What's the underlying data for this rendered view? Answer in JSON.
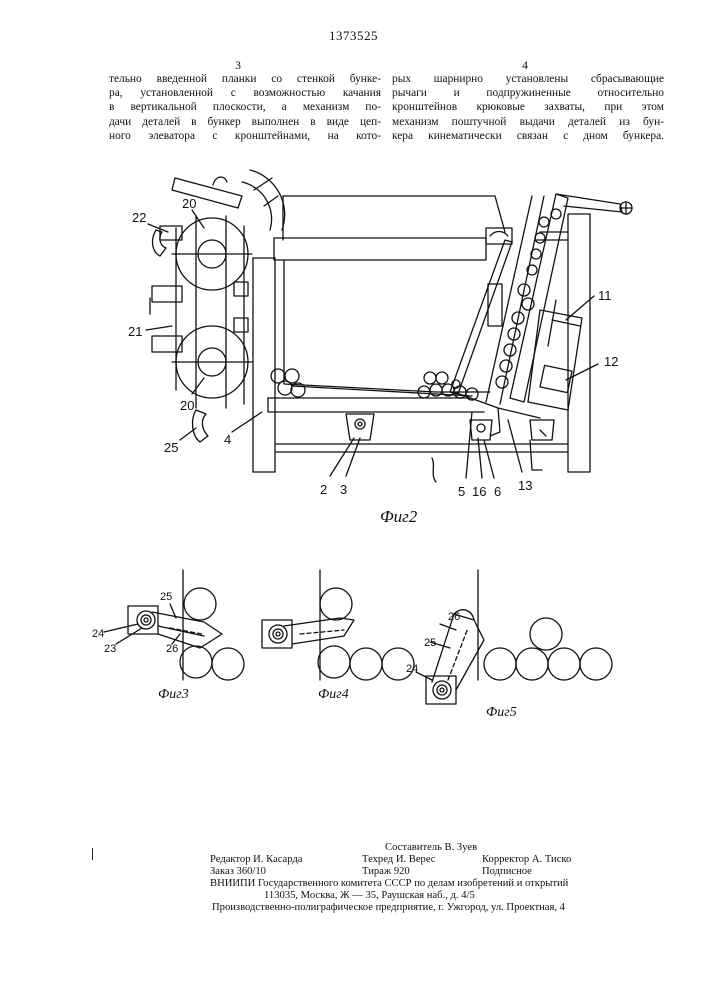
{
  "header": {
    "patent_number": "1373525",
    "col_left_number": "3",
    "col_right_number": "4"
  },
  "text": {
    "left_lines": [
      "тельно введенной планки со стенкой бунке-",
      "ра, установленной с возможностью качания",
      "в вертикальной плоскости, а механизм по-",
      "дачи деталей в бункер выполнен в виде цеп-",
      "ного элеватора с кронштейнами, на кото-"
    ],
    "right_lines": [
      "рых шарнирно установлены сбрасывающие",
      "рычаги и подпружиненные относительно",
      "кронштейнов крюковые захваты, при этом",
      "механизм поштучной выдачи деталей из бун-",
      "кера кинематически связан с дном бункера."
    ]
  },
  "figures": {
    "fig2": {
      "caption": "Фиг2",
      "labels": {
        "l20a": "20",
        "l22": "22",
        "l21": "21",
        "l20b": "20",
        "l25": "25",
        "l4": "4",
        "l2": "2",
        "l3": "3",
        "l5": "5",
        "l16": "16",
        "l6": "6",
        "l13": "13",
        "l11": "11",
        "l12": "12"
      }
    },
    "fig3": {
      "caption": "Фиг3",
      "labels": {
        "l25": "25",
        "l24": "24",
        "l23": "23",
        "l26": "26"
      }
    },
    "fig4": {
      "caption": "Фиг4"
    },
    "fig5": {
      "caption": "Фиг5",
      "labels": {
        "l26": "26",
        "l25": "25",
        "l24": "24"
      }
    }
  },
  "imprint": {
    "compiler": "Составитель В. Зуев",
    "editor": "Редактор И. Касарда",
    "techred": "Техред И. Верес",
    "corrector": "Корректор А. Тиско",
    "order": "Заказ 360/10",
    "circulation": "Тираж 920",
    "subscription": "Подписное",
    "org_line1": "ВНИИПИ Государственного комитета СССР по делам изобретений и открытий",
    "org_line2": "113035, Москва, Ж — 35, Раушская наб., д. 4/5",
    "printer": "Производственно-полиграфическое предприятие, г. Ужгород, ул. Проектная, 4"
  }
}
